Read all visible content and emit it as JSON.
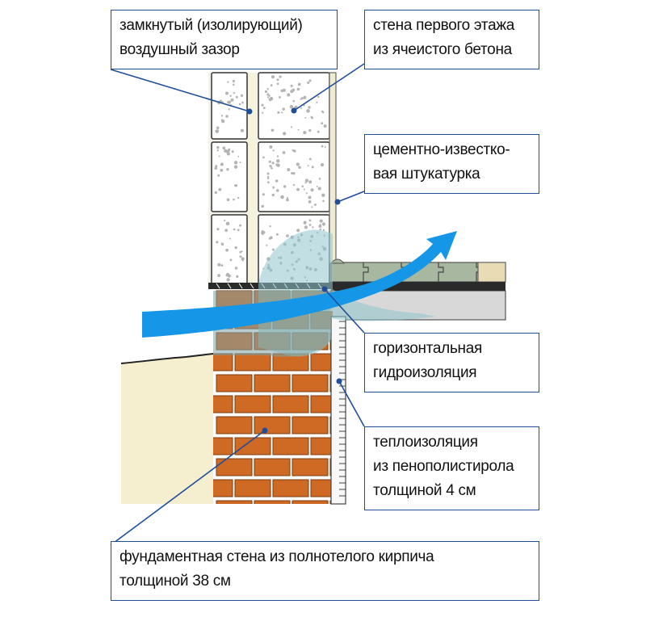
{
  "callouts": {
    "air_gap": {
      "line1": "замкнутый (изолирующий)",
      "line2": "воздушный зазор"
    },
    "aerated_concrete_wall": {
      "line1": "стена первого этажа",
      "line2": "из ячеистого бетона"
    },
    "plaster": {
      "line1": "цементно-известко-",
      "line2": "вая штукатурка"
    },
    "waterproofing": {
      "line1": "горизонтальная",
      "line2": "гидроизоляция"
    },
    "insulation": {
      "line1": "теплоизоляция",
      "line2": "из пенополистирола",
      "line3": "толщиной 4 см"
    },
    "foundation_wall": {
      "line1": "фундаментная стена из полнотелого кирпича",
      "line2": "толщиной 38 см"
    }
  },
  "colors": {
    "callout_border": "#1f4e9a",
    "leader_line": "#1f4e9a",
    "brick": "#cf6a24",
    "brick_mortar": "#ffffff",
    "aerated_block": "#ffffff",
    "aerated_dots": "#b4b4b4",
    "plaster": "#f0ecd2",
    "soil": "#f5efd0",
    "floor_slab": "#d8d8d8",
    "floor_insulation": "#a8b8a0",
    "waterproofing": "#2a2a2a",
    "airflow_arrow": "#1596e6",
    "moisture_zone": "#9ccfd3"
  }
}
